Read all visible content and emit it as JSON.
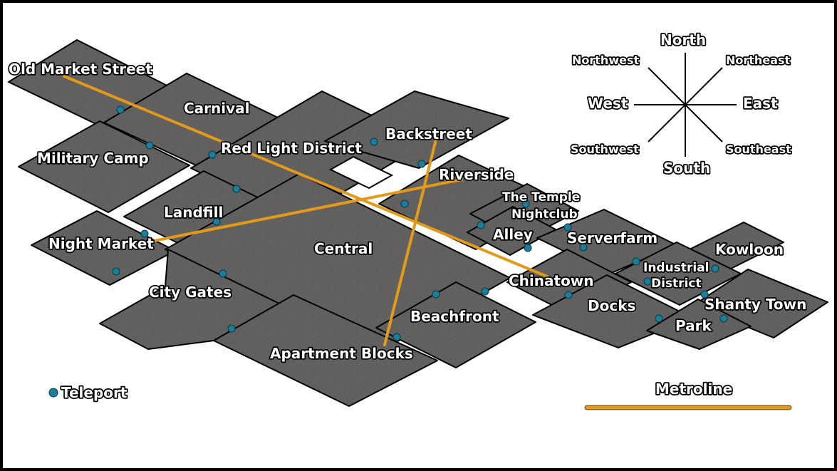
{
  "map": {
    "districts": [
      "Old Market Street",
      "Carnival",
      "Military Camp",
      "Red Light District",
      "Backstreet",
      "Riverside",
      "Landfill",
      "The Temple Nightclub",
      "Night Market",
      "Central",
      "Alley",
      "Serverfarm",
      "Kowloon",
      "Industrial District",
      "City Gates",
      "Chinatown",
      "Docks",
      "Beachfront",
      "Shanty Town",
      "Park",
      "Apartment Blocks"
    ],
    "labels": {
      "old_market_street": "Old Market Street",
      "carnival": "Carnival",
      "military_camp": "Military Camp",
      "red_light_district": "Red Light District",
      "backstreet": "Backstreet",
      "riverside": "Riverside",
      "landfill": "Landfill",
      "temple_line1": "The Temple",
      "temple_line2": "Nightclub",
      "night_market": "Night Market",
      "central": "Central",
      "alley": "Alley",
      "serverfarm": "Serverfarm",
      "kowloon": "Kowloon",
      "industrial_line1": "Industrial",
      "industrial_line2": "District",
      "city_gates": "City Gates",
      "chinatown": "Chinatown",
      "docks": "Docks",
      "beachfront": "Beachfront",
      "shanty_town": "Shanty Town",
      "park": "Park",
      "apartment_blocks": "Apartment Blocks"
    },
    "metro_lines": [
      [
        "Old Market Street",
        "Red Light District",
        "Chinatown"
      ],
      [
        "Night Market",
        "Riverside"
      ],
      [
        "Backstreet",
        "Apartment Blocks"
      ]
    ],
    "teleport_count": 28
  },
  "compass": {
    "north": "North",
    "northeast": "Northeast",
    "east": "East",
    "southeast": "Southeast",
    "south": "South",
    "southwest": "Southwest",
    "west": "West",
    "northwest": "Northwest"
  },
  "legend": {
    "teleport": "Teleport",
    "metroline": "Metroline"
  },
  "colors": {
    "district_fill": "#4b4a49",
    "metro_line": "#e39a1a",
    "teleport": "#1a7f9a",
    "border": "#000000",
    "background": "#ffffff"
  }
}
